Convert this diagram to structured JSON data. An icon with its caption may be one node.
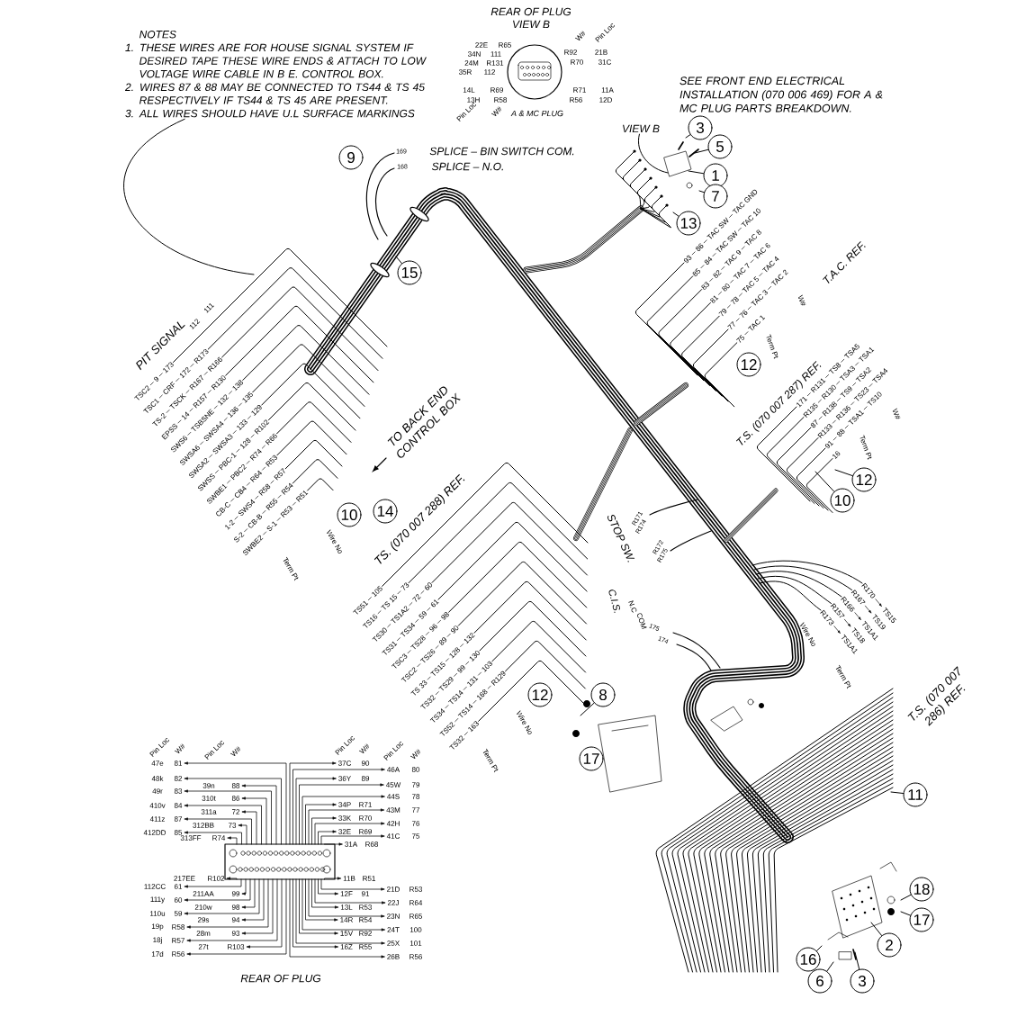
{
  "diagram": {
    "nodes": [
      {
        "text": [
          "NOTES",
          "1. THESE WIRES ARE FOR HOUSE SIGNAL SYSTEM IF DESIRED TAPE THESE WIRE ENDS & ATTACH TO LOW VOLTAGE WIRE CABLE IN B E. CONTROL BOX.",
          "2. WIRES 87 & 88 MAY BE CONNECTED TO TS44 & TS 45 RESPECTIVELY IF TS44 & TS 45 ARE PRESENT.",
          "3. ALL WIRES SHOULD HAVE U.L SURFACE MARKINGS"
        ]
      },
      {
        "text": [
          "VIEW B"
        ]
      },
      {
        "text": [
          "9"
        ]
      },
      {
        "text": [
          "3"
        ]
      },
      {
        "text": [
          "5"
        ]
      },
      {
        "text": [
          "1"
        ]
      },
      {
        "text": [
          "7"
        ]
      },
      {
        "text": [
          "13"
        ]
      },
      {
        "text": [
          "15"
        ]
      },
      {
        "text": [
          "12"
        ]
      },
      {
        "text": [
          "12"
        ]
      },
      {
        "text": [
          "10"
        ]
      },
      {
        "text": [
          "14"
        ]
      },
      {
        "text": [
          "10"
        ]
      },
      {
        "text": [
          "12"
        ]
      },
      {
        "text": [
          "8"
        ]
      },
      {
        "text": [
          "17"
        ]
      },
      {
        "text": [
          "11"
        ]
      },
      {
        "text": [
          "18"
        ]
      },
      {
        "text": [
          "17"
        ]
      },
      {
        "text": [
          "2"
        ]
      },
      {
        "text": [
          "16"
        ]
      },
      {
        "text": [
          "6"
        ]
      },
      {
        "text": [
          "3"
        ]
      }
    ],
    "edges": [
      {
        "from": 0,
        "to": null,
        "arrow": "none"
      },
      {
        "from": 1,
        "to": null,
        "arrow": "none"
      },
      {
        "from": 3,
        "to": null,
        "arrow": "none"
      },
      {
        "from": 4,
        "to": null,
        "arrow": "none"
      },
      {
        "from": 5,
        "to": null,
        "arrow": "none"
      },
      {
        "from": 6,
        "to": null,
        "arrow": "none"
      },
      {
        "from": 7,
        "to": null,
        "arrow": "none"
      },
      {
        "from": 8,
        "to": null,
        "arrow": "none"
      },
      {
        "from": 10,
        "to": null,
        "arrow": "none"
      },
      {
        "from": 13,
        "to": null,
        "arrow": "none"
      },
      {
        "from": 15,
        "to": null,
        "arrow": "none"
      },
      {
        "from": 17,
        "to": null,
        "arrow": "none"
      },
      {
        "from": 18,
        "to": null,
        "arrow": "none"
      },
      {
        "from": 19,
        "to": null,
        "arrow": "none"
      },
      {
        "from": 20,
        "to": null,
        "arrow": "none"
      },
      {
        "from": 21,
        "to": null,
        "arrow": "none"
      },
      {
        "from": 22,
        "to": null,
        "arrow": "none"
      },
      {
        "from": 23,
        "to": null,
        "arrow": "none"
      }
    ],
    "labels": [
      "REAR OF PLUG",
      "VIEW B",
      "22E",
      "R65",
      "34N",
      "111",
      "24M",
      "R131",
      "35R",
      "112",
      "14L",
      "R69",
      "13H",
      "R58",
      "W#",
      "Pin Loc",
      "R92",
      "21B",
      "R70",
      "31C",
      "R71",
      "11A",
      "R56",
      "12D",
      "Pin Loc",
      "W#",
      "A & MC PLUG",
      "SEE FRONT END ELECTRICAL INSTALLATION (070 006 469) FOR A & MC PLUG PARTS BREAKDOWN.",
      "169",
      "SPLICE – BIN SWITCH COM.",
      "168",
      "SPLICE – N.O.",
      "T.A.C. REF.",
      "93",
      "86",
      "TAC SW",
      "TAC GND",
      "85",
      "84",
      "TAC SW",
      "TAC 10",
      "83",
      "82",
      "TAC 9",
      "TAC 8",
      "81",
      "80",
      "TAC 7",
      "TAC 6",
      "79",
      "78",
      "TAC 5",
      "TAC 4",
      "77",
      "76",
      "TAC 3",
      "TAC 2",
      "75",
      "TAC 1",
      "W#",
      "Term Pt",
      "PIT SIGNAL",
      "111",
      "112",
      "TSC2",
      "9",
      "173",
      "TSC1",
      "CRF",
      "172",
      "R173",
      "TS-2",
      "TSCK",
      "R167",
      "R166",
      "EPSS",
      "14",
      "R157",
      "R130",
      "SWS6",
      "TSBSNE",
      "132",
      "138",
      "SWSA6",
      "SWSA4",
      "136",
      "135",
      "SWSA2",
      "SWSA3",
      "133",
      "129",
      "SWSS",
      "PBC-1",
      "128",
      "R102",
      "SWBE1",
      "PBC2",
      "R74",
      "R66",
      "CB-C",
      "CB4",
      "R64",
      "R53",
      "1-2",
      "SWS4",
      "R58",
      "R57",
      "S-2",
      "CB-B",
      "R55",
      "R54",
      "SWBE2",
      "S-1",
      "R53",
      "R51",
      "TO BACK END CONTROL BOX",
      "Wire No",
      "Term Pt",
      "T.S. (070 007 287) REF.",
      "171",
      "R131",
      "TS8",
      "TSA5",
      "R135",
      "R130",
      "TSA3",
      "TSA1",
      "87",
      "R138",
      "TS9",
      "TSA2",
      "R133",
      "R136",
      "TS23",
      "TSA4",
      "91",
      "88",
      "TSA1",
      "TS10",
      "16",
      "Term Pt",
      "W#",
      "TS. (070 007 288) REF.",
      "TS51",
      "105",
      "TS16",
      "TS 15",
      "73",
      "TS30",
      "TS1A2",
      "72",
      "60",
      "TS31",
      "TS34",
      "59",
      "61",
      "TSC3",
      "TS28",
      "96",
      "98",
      "TSC2",
      "TS26",
      "89",
      "90",
      "TS 33",
      "TS15",
      "128",
      "132",
      "TS32",
      "TS29",
      "99",
      "130",
      "TS34",
      "TS14",
      "131",
      "103",
      "TS52",
      "TS14",
      "168",
      "R129",
      "TS32",
      "163",
      "Wire No",
      "Term Pt",
      "STOP SW.",
      "R171",
      "R174",
      "R172",
      "R175",
      "C.I.S.",
      "N.C",
      "COM",
      "175",
      "174",
      "R170",
      "TS15",
      "R167",
      "TS19",
      "R166",
      "TS1A1",
      "R157",
      "TS18",
      "R173",
      "TS1A1",
      "Wire No",
      "Term Pt",
      "T.S. (070 007 286) REF.",
      "Pin Loc",
      "W#",
      "Pin Loc",
      "W#",
      "Pin Loc",
      "W#",
      "Pin Loc",
      "W#",
      "47e",
      "81",
      "37C",
      "90",
      "46A",
      "80",
      "48k",
      "82",
      "36Y",
      "89",
      "39n",
      "88",
      "45W",
      "79",
      "49r",
      "83",
      "310t",
      "86",
      "44S",
      "78",
      "410v",
      "84",
      "34P",
      "R71",
      "311a",
      "72",
      "43M",
      "77",
      "411z",
      "87",
      "33K",
      "R70",
      "312BB",
      "73",
      "42H",
      "76",
      "412DD",
      "85",
      "32E",
      "R69",
      "313FF",
      "R74",
      "41C",
      "75",
      "31A",
      "R68",
      "217EE",
      "R102",
      "11B",
      "R51",
      "112CC",
      "61",
      "21D",
      "R53",
      "211AA",
      "99",
      "12F",
      "91",
      "111y",
      "60",
      "22J",
      "R64",
      "210w",
      "98",
      "13L",
      "R53",
      "110u",
      "59",
      "23N",
      "R65",
      "29s",
      "94",
      "14R",
      "R54",
      "19p",
      "R58",
      "24T",
      "100",
      "28m",
      "93",
      "15V",
      "R92",
      "18j",
      "R57",
      "25X",
      "101",
      "27t",
      "R103",
      "16Z",
      "R55",
      "17d",
      "R56",
      "26B",
      "R56",
      "REAR OF PLUG"
    ]
  }
}
